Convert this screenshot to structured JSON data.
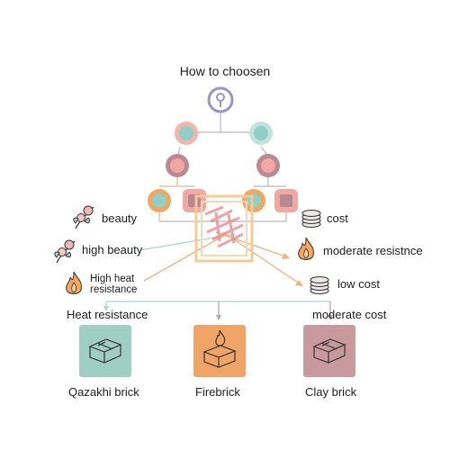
{
  "title": "How to choosen",
  "criteria_left": [
    {
      "label": "beauty",
      "icon": "flower-branch-icon"
    },
    {
      "label": "high beauty",
      "icon": "flower-branch-icon"
    },
    {
      "label": "High heat resistance",
      "icon": "flame-icon"
    }
  ],
  "criteria_right": [
    {
      "label": "cost",
      "icon": "coin-stack-icon"
    },
    {
      "label": "moderate resistnce",
      "icon": "flame-icon"
    },
    {
      "label": "low cost",
      "icon": "coin-stack-icon"
    }
  ],
  "categories": [
    {
      "label": "Heat resistance"
    },
    {
      "label": "moderate cost"
    }
  ],
  "bricks": [
    {
      "label": "Qazakhi brick",
      "color": "#9fcfc4",
      "icon": "brick-icon"
    },
    {
      "label": "Firebrick",
      "color": "#f0a468",
      "icon": "brick-flame-icon"
    },
    {
      "label": "Clay brick",
      "color": "#c89a9e",
      "icon": "brick-icon"
    }
  ],
  "colors": {
    "teal": "#8fcfc6",
    "pink": "#f1a7a2",
    "mauve": "#b68a92",
    "lavender": "#9a94c8",
    "orange": "#f2a65e",
    "line": "#c9c4c4"
  }
}
